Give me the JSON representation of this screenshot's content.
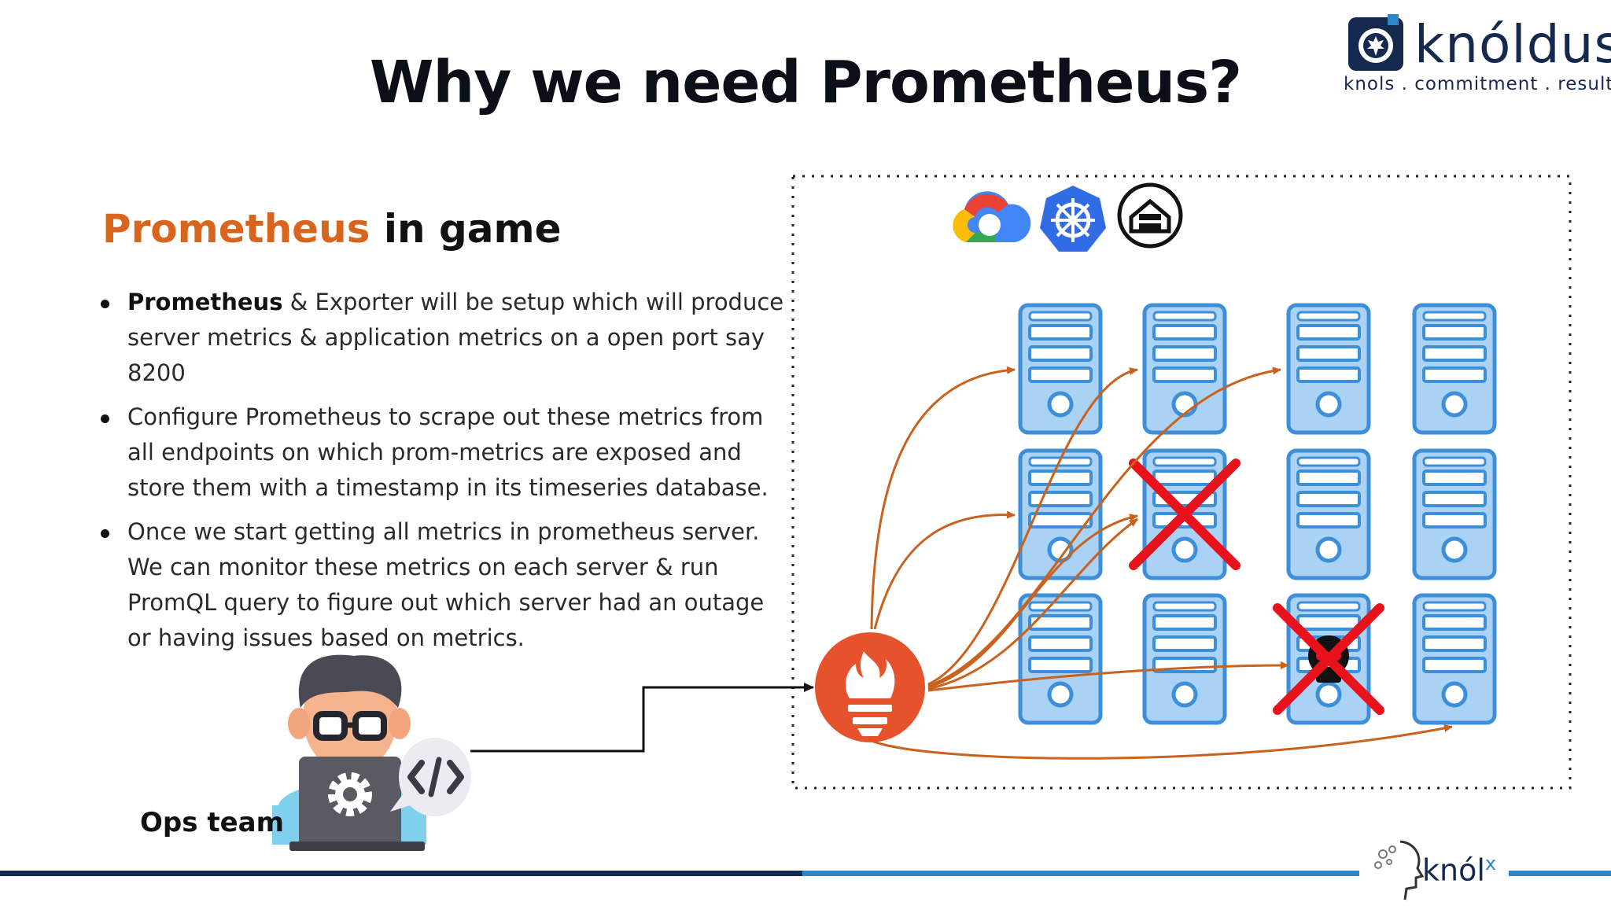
{
  "slide": {
    "title": "Why we need Prometheus?",
    "subheading": {
      "accent": "Prometheus",
      "rest": " in game"
    },
    "bullets": [
      {
        "bold": "Prometheus",
        "text": " & Exporter will be setup which will produce server metrics & application metrics on a open port say 8200"
      },
      {
        "bold": "",
        "text": "Configure Prometheus to scrape out these metrics from all endpoints on which prom-metrics are exposed and store them with a timestamp in its timeseries database."
      },
      {
        "bold": "",
        "text": "Once we start getting all metrics in prometheus server. We can monitor these metrics on each server & run PromQL query to figure out which server had an outage or having issues based on metrics."
      }
    ],
    "ops_label": "Ops team"
  },
  "brand": {
    "name": "knóldus",
    "tagline": "knols . commitment . results"
  },
  "footer_brand": {
    "name": "knól",
    "sup": "x"
  },
  "diagram": {
    "cloud_icons": [
      "google-cloud-icon",
      "kubernetes-icon",
      "datacenter-icon"
    ],
    "server_grid": {
      "rows": 3,
      "cols": 4
    },
    "failed_servers": [
      {
        "row": 1,
        "col": 1,
        "mark": "x"
      },
      {
        "row": 2,
        "col": 2,
        "mark": "skull-x"
      }
    ],
    "colors": {
      "accent": "#d9651c",
      "arrow": "#c9621e",
      "server_fill": "#a9d2f4",
      "server_stroke": "#3c8fd8",
      "fail_x": "#e8121d",
      "navy": "#15294f",
      "prometheus": "#e6522c"
    }
  }
}
